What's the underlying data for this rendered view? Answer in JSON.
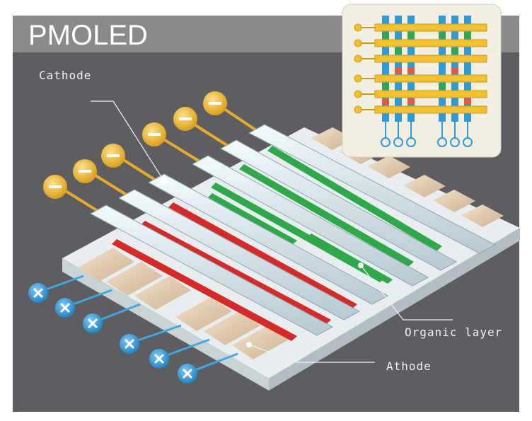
{
  "title": "PMOLED",
  "labels": {
    "cathode": "Cathode",
    "organic_layer": "Organic layer",
    "anode": "Athode"
  },
  "icons": {
    "cathode_terminal": "minus-sign-icon",
    "anode_terminal": "plus-sign-icon"
  },
  "colors": {
    "background": "#5e5e62",
    "title_band": "#8a8a8c",
    "cathode_terminal": "#f0b838",
    "anode_terminal": "#2f9ad8",
    "organic_red": "#d42a2a",
    "organic_green": "#2ea84a",
    "cathode_strip": "#d6e4ea",
    "anode_pad": "#e7d0b4",
    "inset_background": "#f3eee2"
  }
}
